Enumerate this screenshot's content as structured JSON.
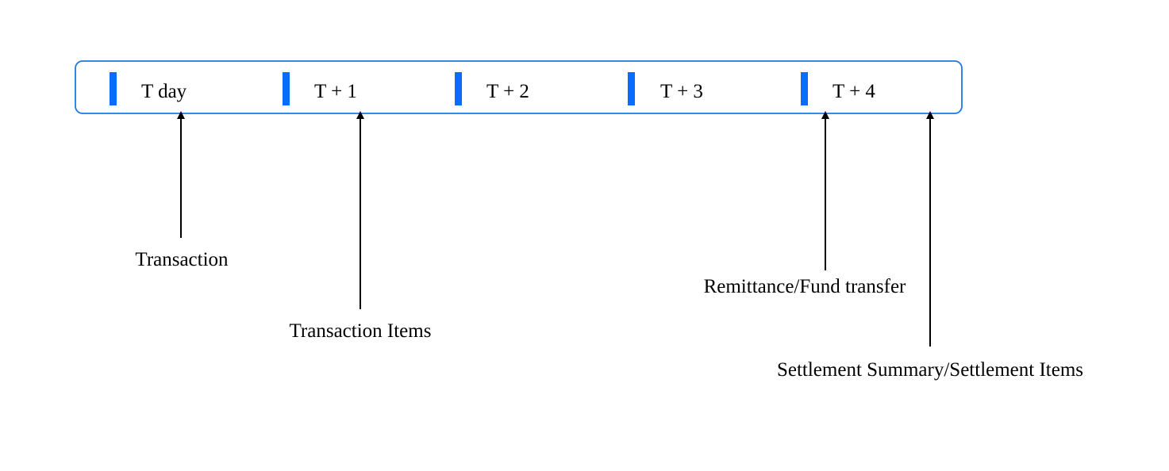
{
  "colors": {
    "accent": "#0A6CFF",
    "border": "#1E78E0",
    "text": "#000000",
    "arrow": "#000000"
  },
  "timeline": {
    "days": [
      {
        "label": "T day"
      },
      {
        "label": "T + 1"
      },
      {
        "label": "T + 2"
      },
      {
        "label": "T + 3"
      },
      {
        "label": "T + 4"
      }
    ]
  },
  "events": [
    {
      "label": "Transaction"
    },
    {
      "label": "Transaction Items"
    },
    {
      "label": "Remittance/Fund transfer"
    },
    {
      "label": "Settlement Summary/Settlement Items"
    }
  ]
}
